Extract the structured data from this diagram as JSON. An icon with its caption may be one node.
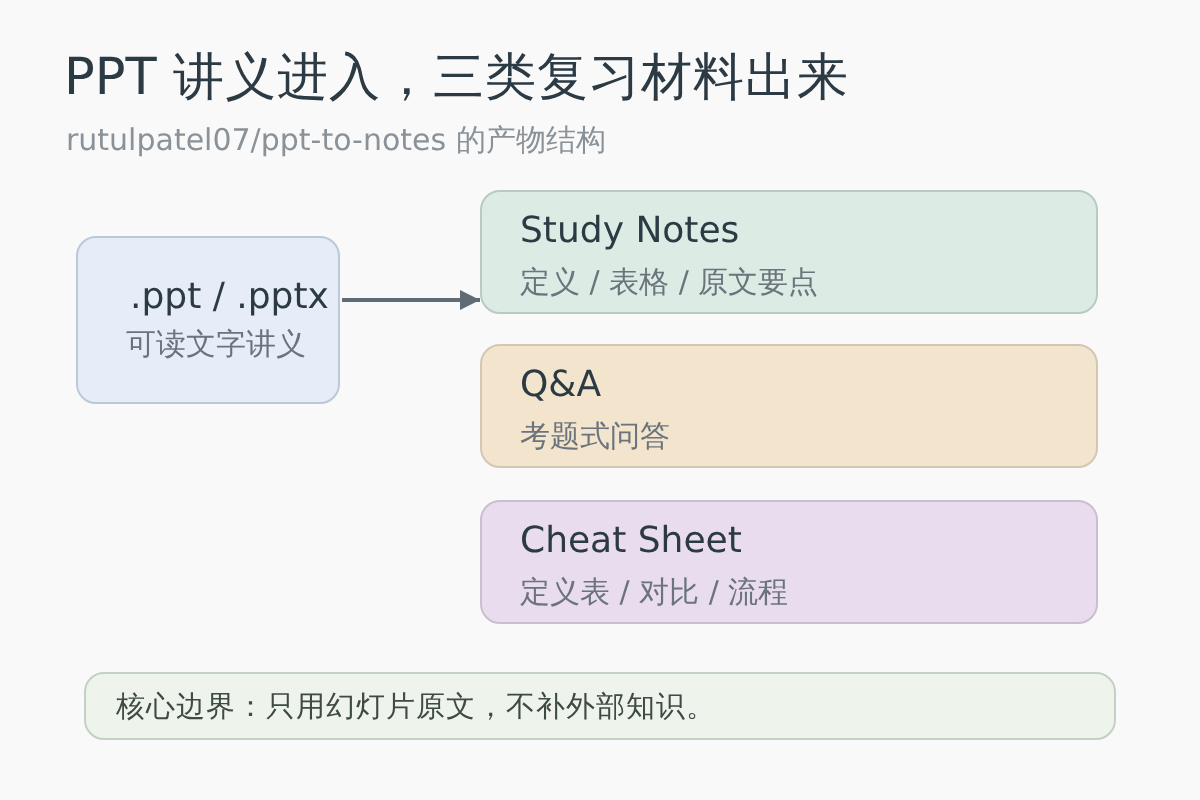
{
  "diagram": {
    "title": "PPT 讲义进入，三类复习材料出来",
    "caption": "rutulpatel07/ppt-to-notes 的产物结构",
    "nodes": [
      {
        "text": [
          ".ppt / .pptx",
          "可读文字讲义"
        ]
      },
      {
        "text": [
          "Study Notes",
          "定义 / 表格 / 原文要点"
        ]
      },
      {
        "text": [
          "Q&A",
          "考题式问答"
        ]
      },
      {
        "text": [
          "Cheat Sheet",
          "定义表 / 对比 / 流程"
        ]
      },
      {
        "text": [
          "核心边界：只用幻灯片原文，不补外部知识。"
        ]
      }
    ],
    "edges": [
      {
        "from": 0,
        "to": 1,
        "arrow": "to"
      }
    ]
  }
}
